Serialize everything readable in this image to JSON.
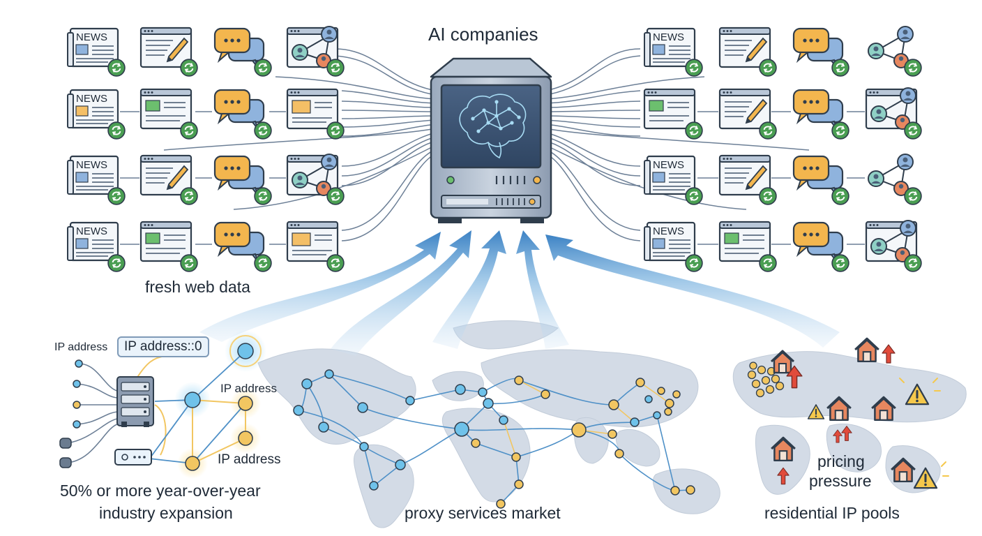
{
  "title": "AI companies",
  "labels": {
    "fresh_web_data": "fresh web data",
    "proxy_market": "proxy services market",
    "residential_pools": "residential IP pools",
    "pricing_pressure_1": "pricing",
    "pricing_pressure_2": "pressure",
    "growth_1": "50% or more year-over-year",
    "growth_2": "industry expansion",
    "ip_address_1": "IP address",
    "ip_address_box": "IP address::0",
    "ip_address_2": "IP address",
    "ip_address_3": "IP address",
    "news_tag": "NEWS"
  },
  "icons": [
    "news-icon",
    "article-edit-icon",
    "chat-icon",
    "network-users-icon",
    "server-icon",
    "brain-icon",
    "sync-icon",
    "house-icon",
    "warning-icon",
    "arrow-up-icon"
  ],
  "colors": {
    "accent_blue": "#3f87c8",
    "chat_orange": "#f3b64e",
    "sync_green": "#4a9e52",
    "node_yellow": "#f2c661",
    "node_blue": "#6fc2ea",
    "map_gray": "#d3dbe6",
    "house_orange": "#e7875f",
    "up_red": "#e14b3b",
    "warn_yellow": "#f5c84c"
  }
}
